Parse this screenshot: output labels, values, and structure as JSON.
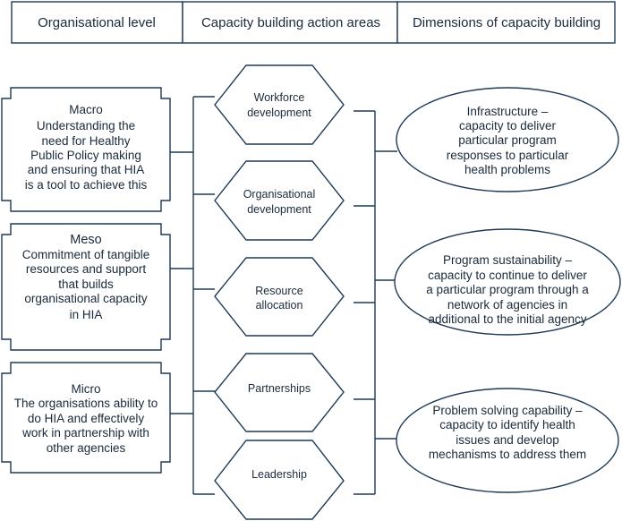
{
  "headers": [
    "Organisational level",
    "Capacity building action areas",
    "Dimensions of capacity building"
  ],
  "levels": [
    {
      "title": "Macro",
      "lines": [
        "Understanding the",
        "need for Healthy",
        "Public Policy making",
        "and ensuring that HIA",
        "is a tool to achieve this"
      ]
    },
    {
      "title": "Meso",
      "lines": [
        "Commitment of tangible",
        "resources and support",
        "that builds",
        "organisational capacity",
        "in HIA"
      ]
    },
    {
      "title": "Micro",
      "lines": [
        "The organisations ability to",
        "do HIA and effectively",
        "work in partnership with",
        "other agencies"
      ]
    }
  ],
  "action_areas": [
    [
      "Workforce",
      "development"
    ],
    [
      "Organisational",
      "development"
    ],
    [
      "Resource",
      "allocation"
    ],
    [
      "Partnerships"
    ],
    [
      "Leadership"
    ]
  ],
  "dimensions": [
    [
      "Infrastructure  –",
      "capacity to deliver",
      "particular program",
      "responses to particular",
      "health problems"
    ],
    [
      "Program sustainability  –",
      "capacity to continue to deliver",
      "a particular program through a",
      "network of agencies in",
      "additional to the initial agency"
    ],
    [
      "Problem solving capability –",
      "capacity to identify health",
      "issues and develop",
      "mechanisms to address them"
    ]
  ]
}
